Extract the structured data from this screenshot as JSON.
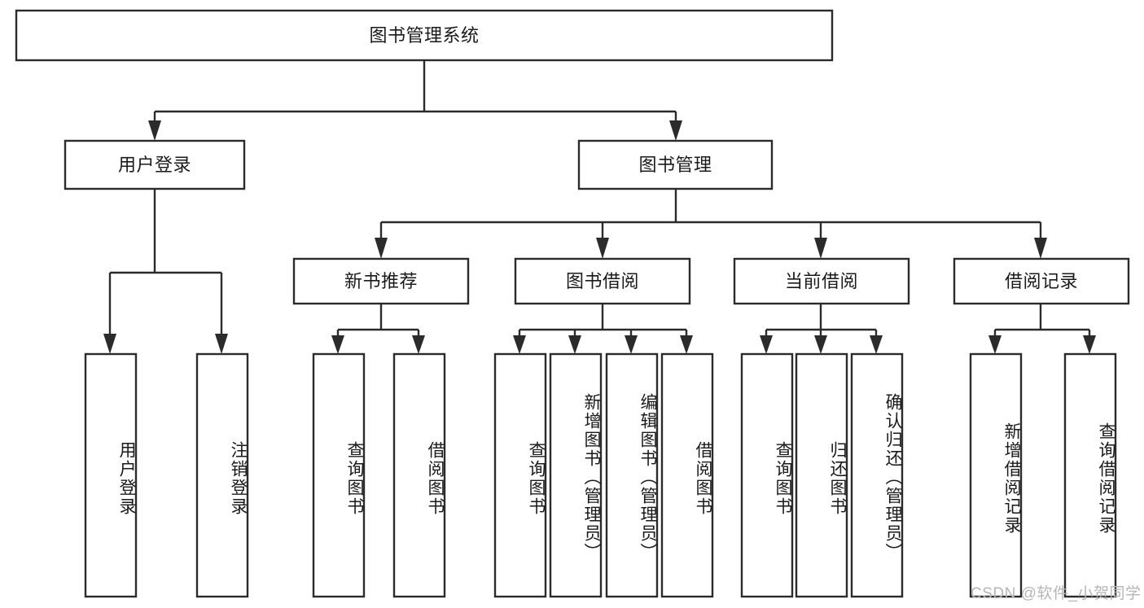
{
  "diagram": {
    "type": "tree-hierarchy",
    "title": "图书管理系统",
    "root": {
      "label": "图书管理系统",
      "id": "root-system"
    },
    "level2": [
      {
        "id": "user-login",
        "label": "用户登录"
      },
      {
        "id": "book-management",
        "label": "图书管理"
      }
    ],
    "level3": [
      {
        "id": "new-book-recommend",
        "label": "新书推荐",
        "parent": "book-management"
      },
      {
        "id": "book-borrow",
        "label": "图书借阅",
        "parent": "book-management"
      },
      {
        "id": "current-borrow",
        "label": "当前借阅",
        "parent": "book-management"
      },
      {
        "id": "borrow-record",
        "label": "借阅记录",
        "parent": "book-management"
      }
    ],
    "leaves": [
      {
        "id": "leaf-user-login",
        "label": "用户登录",
        "parent": "user-login"
      },
      {
        "id": "leaf-logout-login",
        "label": "注销登录",
        "parent": "user-login"
      },
      {
        "id": "leaf-query-book-1",
        "label": "查询图书",
        "parent": "new-book-recommend"
      },
      {
        "id": "leaf-borrow-book-1",
        "label": "借阅图书",
        "parent": "new-book-recommend"
      },
      {
        "id": "leaf-query-book-2",
        "label": "查询图书",
        "parent": "book-borrow"
      },
      {
        "id": "leaf-add-book",
        "label": "新增图书（管理员）",
        "parent": "book-borrow"
      },
      {
        "id": "leaf-edit-book",
        "label": "编辑图书（管理员）",
        "parent": "book-borrow"
      },
      {
        "id": "leaf-borrow-book-2",
        "label": "借阅图书",
        "parent": "book-borrow"
      },
      {
        "id": "leaf-query-book-3",
        "label": "查询图书",
        "parent": "current-borrow"
      },
      {
        "id": "leaf-return-book",
        "label": "归还图书",
        "parent": "current-borrow"
      },
      {
        "id": "leaf-confirm-return",
        "label": "确认归还（管理员）",
        "parent": "current-borrow"
      },
      {
        "id": "leaf-add-record",
        "label": "新增借阅记录",
        "parent": "borrow-record"
      },
      {
        "id": "leaf-query-record",
        "label": "查询借阅记录",
        "parent": "borrow-record"
      }
    ],
    "colors": {
      "stroke": "#2b2b2b",
      "fill": "#ffffff",
      "text": "#1a1a1a",
      "watermark": "#b6b6b6"
    }
  },
  "watermark": {
    "text": "CSDN @软件_小贺同学"
  }
}
